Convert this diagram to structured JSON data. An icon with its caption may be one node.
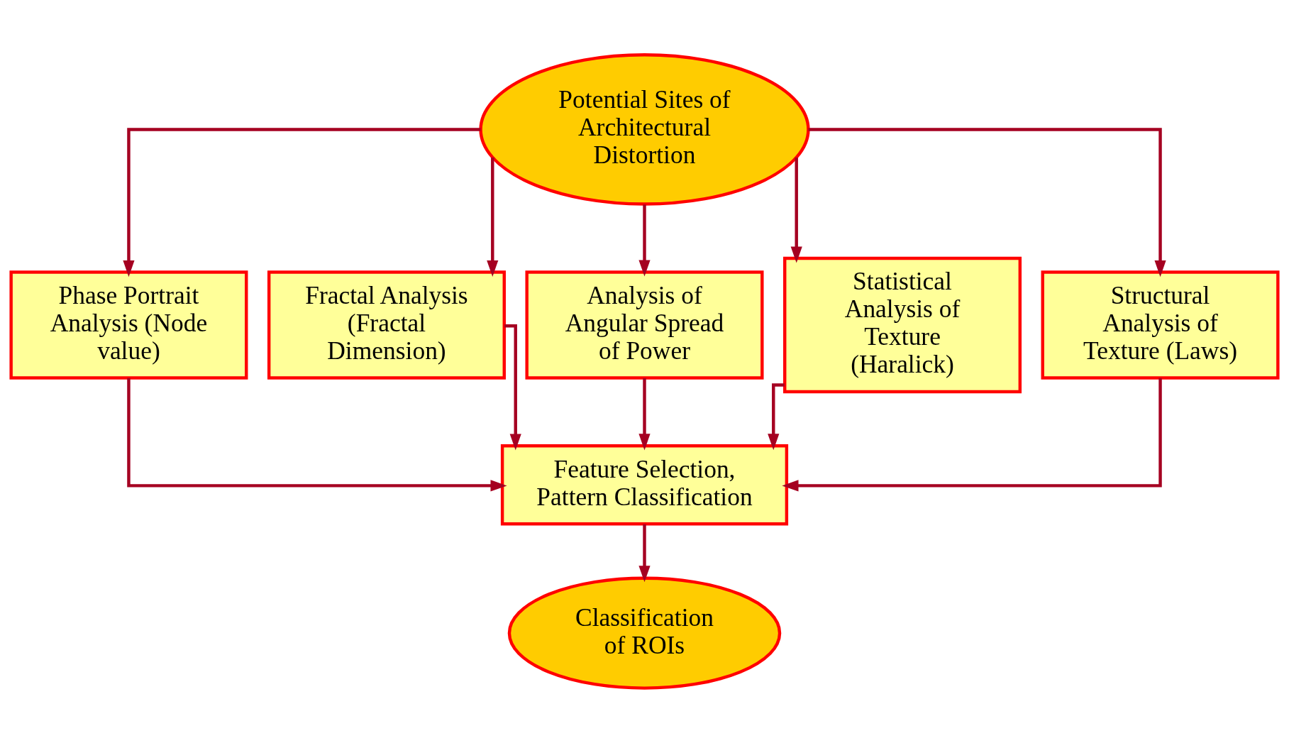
{
  "diagram": {
    "nodes": [
      {
        "text": [
          "Potential Sites of Architectural Distortion"
        ]
      },
      {
        "text": [
          "Phase Portrait Analysis (Node value)"
        ]
      },
      {
        "text": [
          "Fractal Analysis (Fractal Dimension)"
        ]
      },
      {
        "text": [
          "Analysis of Angular Spread of Power"
        ]
      },
      {
        "text": [
          "Statistical Analysis of Texture (Haralick)"
        ]
      },
      {
        "text": [
          "Structural Analysis of Texture (Laws)"
        ]
      },
      {
        "text": [
          "Feature Selection, Pattern Classification"
        ]
      },
      {
        "text": [
          "Classification of ROIs"
        ]
      }
    ],
    "edges": [
      {
        "from": 0,
        "to": 1,
        "arrow": "to"
      },
      {
        "from": 0,
        "to": 2,
        "arrow": "to"
      },
      {
        "from": 0,
        "to": 3,
        "arrow": "to"
      },
      {
        "from": 0,
        "to": 4,
        "arrow": "to"
      },
      {
        "from": 0,
        "to": 5,
        "arrow": "to"
      },
      {
        "from": 1,
        "to": 6,
        "arrow": "to"
      },
      {
        "from": 2,
        "to": 6,
        "arrow": "to"
      },
      {
        "from": 3,
        "to": 6,
        "arrow": "to"
      },
      {
        "from": 4,
        "to": 6,
        "arrow": "to"
      },
      {
        "from": 5,
        "to": 6,
        "arrow": "to"
      },
      {
        "from": 6,
        "to": 7,
        "arrow": "to"
      }
    ]
  }
}
